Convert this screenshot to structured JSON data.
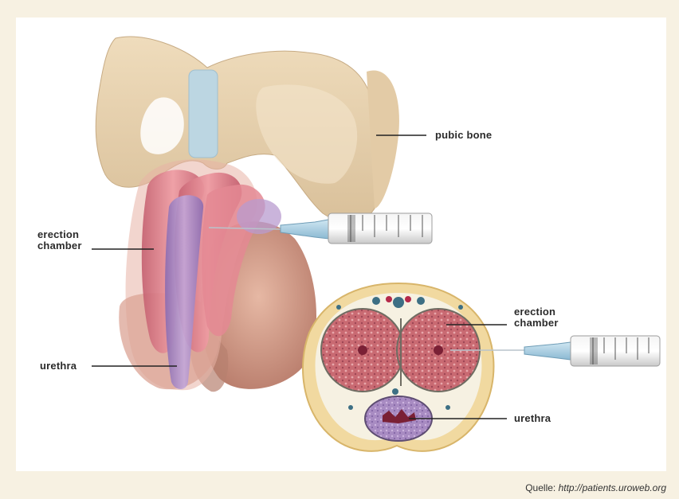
{
  "labels": {
    "pubic_bone": "pubic bone",
    "erection_chamber_left_line1": "erection",
    "erection_chamber_left_line2": "chamber",
    "urethra_left": "urethra",
    "erection_chamber_right_line1": "erection",
    "erection_chamber_right_line2": "chamber",
    "urethra_right": "urethra"
  },
  "source": {
    "prefix": "Quelle: ",
    "url": "http://patients.uroweb.org"
  },
  "icons": [
    "syringe-icon",
    "syringe-icon"
  ],
  "colors": {
    "bone": "#e8d4b0",
    "cartilage": "#bcd6e2",
    "erectile_tissue": "#d97b86",
    "urethra_tissue": "#9a7fb6",
    "skin": "#d8a490",
    "background": "#f7f1e2"
  }
}
